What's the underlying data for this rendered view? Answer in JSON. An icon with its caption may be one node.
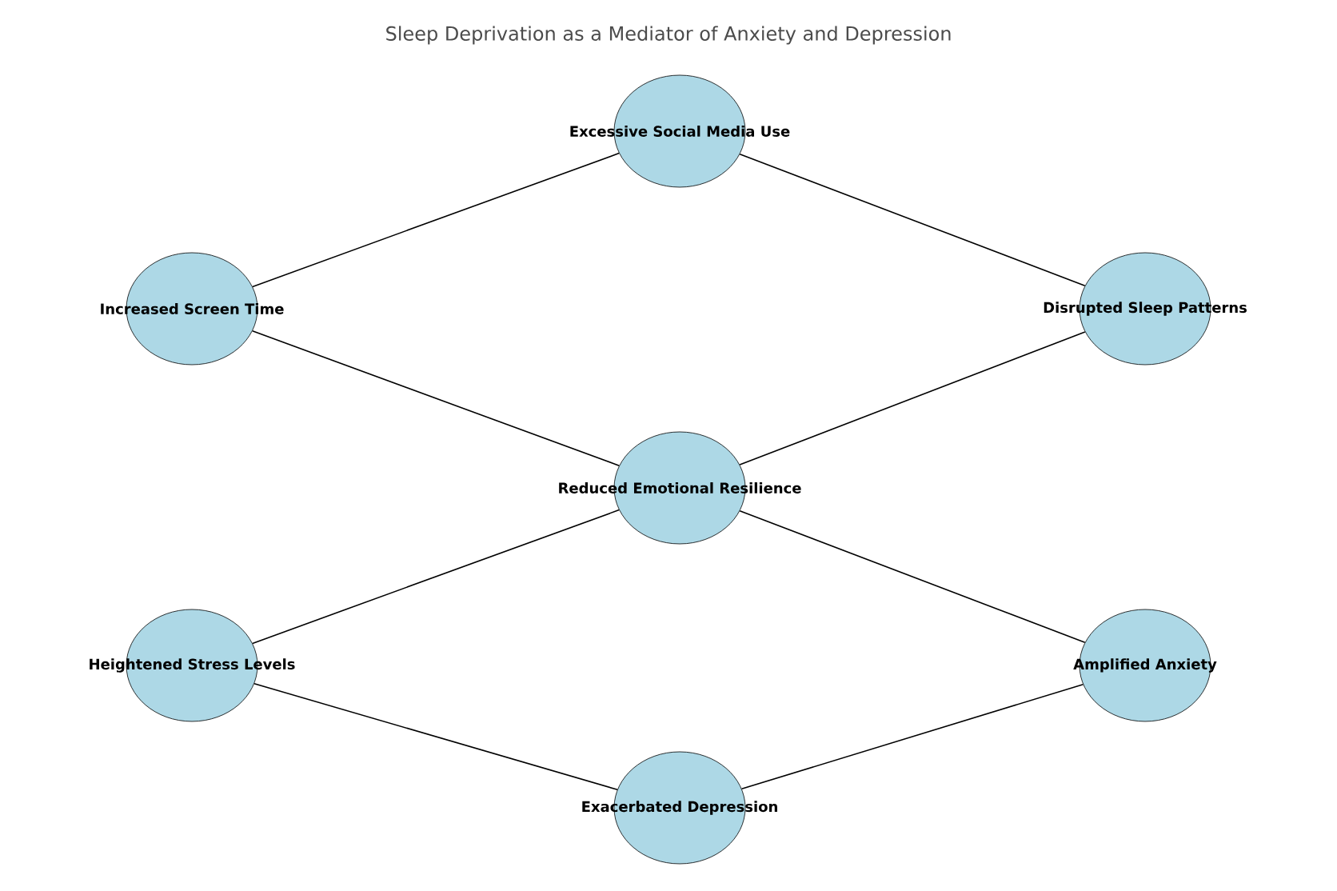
{
  "diagram": {
    "title": "Sleep Deprivation as a Mediator of Anxiety and Depression",
    "nodes": [
      {
        "text": [
          "Excessive Social Media Use"
        ]
      },
      {
        "text": [
          "Increased Screen Time"
        ]
      },
      {
        "text": [
          "Disrupted Sleep Patterns"
        ]
      },
      {
        "text": [
          "Reduced Emotional Resilience"
        ]
      },
      {
        "text": [
          "Heightened Stress Levels"
        ]
      },
      {
        "text": [
          "Amplified Anxiety"
        ]
      },
      {
        "text": [
          "Exacerbated Depression"
        ]
      }
    ],
    "edges": [
      {
        "from": 1,
        "to": 0,
        "arrow": "none"
      },
      {
        "from": 0,
        "to": 2,
        "arrow": "none"
      },
      {
        "from": 1,
        "to": 3,
        "arrow": "none"
      },
      {
        "from": 2,
        "to": 3,
        "arrow": "none"
      },
      {
        "from": 4,
        "to": 3,
        "arrow": "none"
      },
      {
        "from": 3,
        "to": 5,
        "arrow": "none"
      },
      {
        "from": 4,
        "to": 6,
        "arrow": "none"
      },
      {
        "from": 5,
        "to": 6,
        "arrow": "none"
      }
    ]
  }
}
